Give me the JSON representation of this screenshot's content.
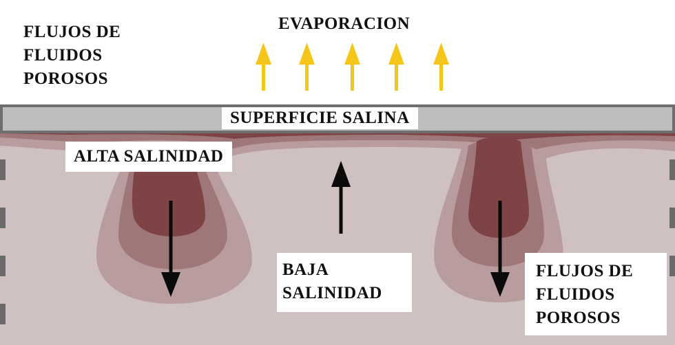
{
  "labels": {
    "flujos_top": [
      "FLUJOS DE",
      "FLUIDOS",
      "POROSOS"
    ],
    "evaporacion": "EVAPORACION",
    "superficie": "SUPERFICIE SALINA",
    "alta": "ALTA SALINIDAD",
    "baja": [
      "BAJA",
      "SALINIDAD"
    ],
    "flujos_bottom": [
      "FLUJOS DE",
      "FLUIDOS",
      "POROSOS"
    ]
  },
  "colors": {
    "background": "#ffffff",
    "crust": "#bdbdbd",
    "crust_border": "#6e6e6e",
    "sediment": "#cfc1c1",
    "plume_light": "#b99c9d",
    "plume_mid": "#a07779",
    "plume_dark": "#7d4345",
    "evap_arrow": "#f5c518",
    "flow_arrow": "#0a0a0a"
  }
}
